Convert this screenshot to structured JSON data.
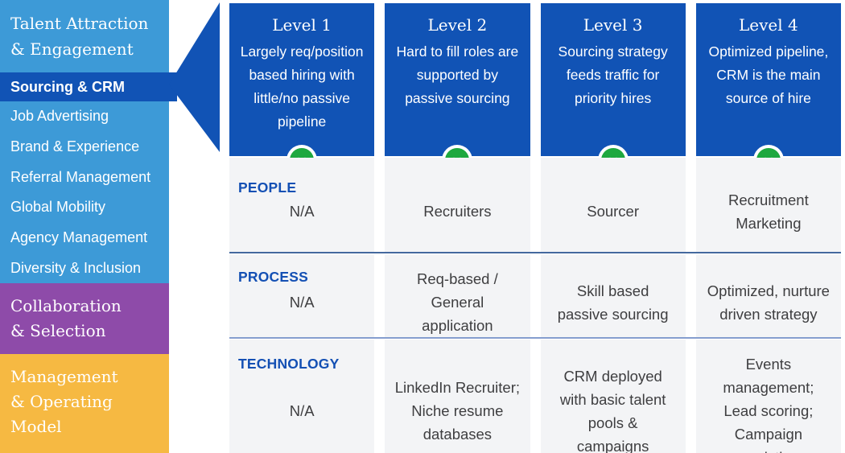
{
  "sidebar": {
    "header": "Talent Attraction & Engagement",
    "active_item": "Sourcing & CRM",
    "items": [
      "Job Advertising",
      "Brand & Experience",
      "Referral Management",
      "Global Mobility",
      "Agency Management",
      "Diversity & Inclusion"
    ],
    "sections": [
      {
        "label": "Collaboration & Selection",
        "color": "#8E4BA9"
      },
      {
        "label": "Management & Operating Model",
        "color": "#F6B942"
      }
    ]
  },
  "levels": [
    {
      "title": "Level 1",
      "description": "Largely req/position based hiring with little/no passive pipeline"
    },
    {
      "title": "Level 2",
      "description": "Hard to fill roles are supported by passive sourcing"
    },
    {
      "title": "Level 3",
      "description": "Sourcing strategy feeds traffic for priority hires"
    },
    {
      "title": "Level 4",
      "description": "Optimized pipeline, CRM is the main source of hire"
    }
  ],
  "rows": [
    {
      "label": "PEOPLE",
      "values": [
        "N/A",
        "Recruiters",
        "Sourcer",
        "Recruitment Marketing"
      ]
    },
    {
      "label": "PROCESS",
      "values": [
        "N/A",
        "Req-based / General application",
        "Skill based passive sourcing",
        "Optimized, nurture driven strategy"
      ]
    },
    {
      "label": "TECHNOLOGY",
      "values": [
        "N/A",
        "LinkedIn Recruiter; Niche resume databases",
        "CRM deployed with basic talent pools & campaigns",
        "Events management; Lead scoring; Campaign analytics"
      ]
    }
  ],
  "icons": {
    "level_expand": "chevron-down-icon"
  },
  "colors": {
    "sidebar_blue": "#3D9AD7",
    "primary_blue": "#1153B5",
    "purple": "#8E4BA9",
    "yellow": "#F6B942",
    "green": "#1EA83F",
    "row_background": "#F3F4F6",
    "label_blue": "#1450B4",
    "divider_blue": "#7E99CC",
    "cell_text": "#3E3E40"
  }
}
